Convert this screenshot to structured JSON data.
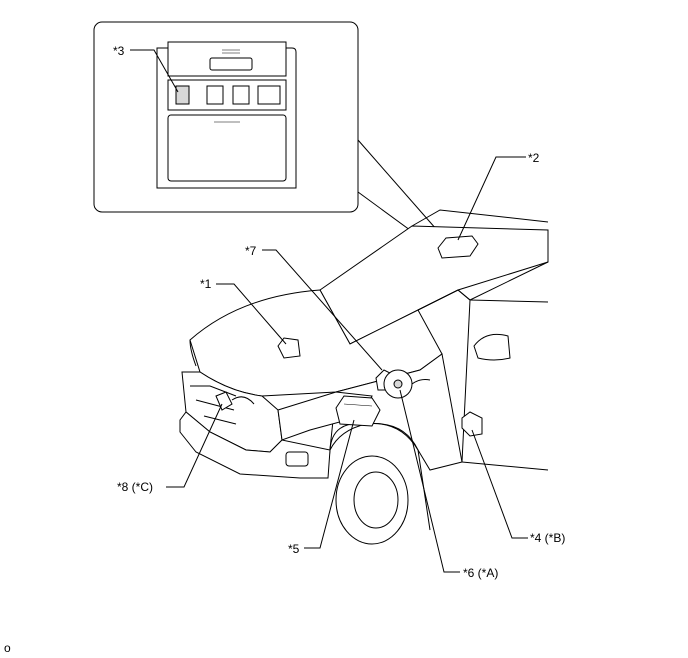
{
  "callouts": {
    "c1": "*1",
    "c2": "*2",
    "c3": "*3",
    "c4": "*4 (*B)",
    "c5": "*5",
    "c6": "*6 (*A)",
    "c7": "*7",
    "c8": "*8 (*C)"
  },
  "footer_code": "o"
}
